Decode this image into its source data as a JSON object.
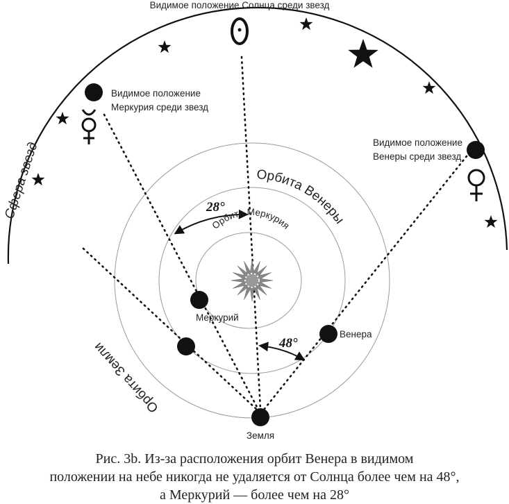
{
  "labels": {
    "sun_apparent": "Видимое положение Солнца среди звезд",
    "mercury_apparent_1": "Видимое положение",
    "mercury_apparent_2": "Меркурия среди звезд",
    "venus_apparent_1": "Видимое положение",
    "venus_apparent_2": "Венеры среди звезд",
    "star_sphere": "Сфера звезд",
    "venus_orbit": "Орбита Венеры",
    "mercury_orbit": "Орбита Меркурия",
    "earth_orbit": "Орбита Земли",
    "mercury": "Меркурий",
    "venus": "Венера",
    "earth": "Земля",
    "angle_mercury": "28°",
    "angle_venus": "48°"
  },
  "caption": {
    "line1": "Рис. 3b. Из-за расположения орбит Венера в видимом",
    "line2": "положении на небе никогда не удаляется от Солнца более чем на 48°,",
    "line3": "а Меркурий — более чем на 28°"
  }
}
